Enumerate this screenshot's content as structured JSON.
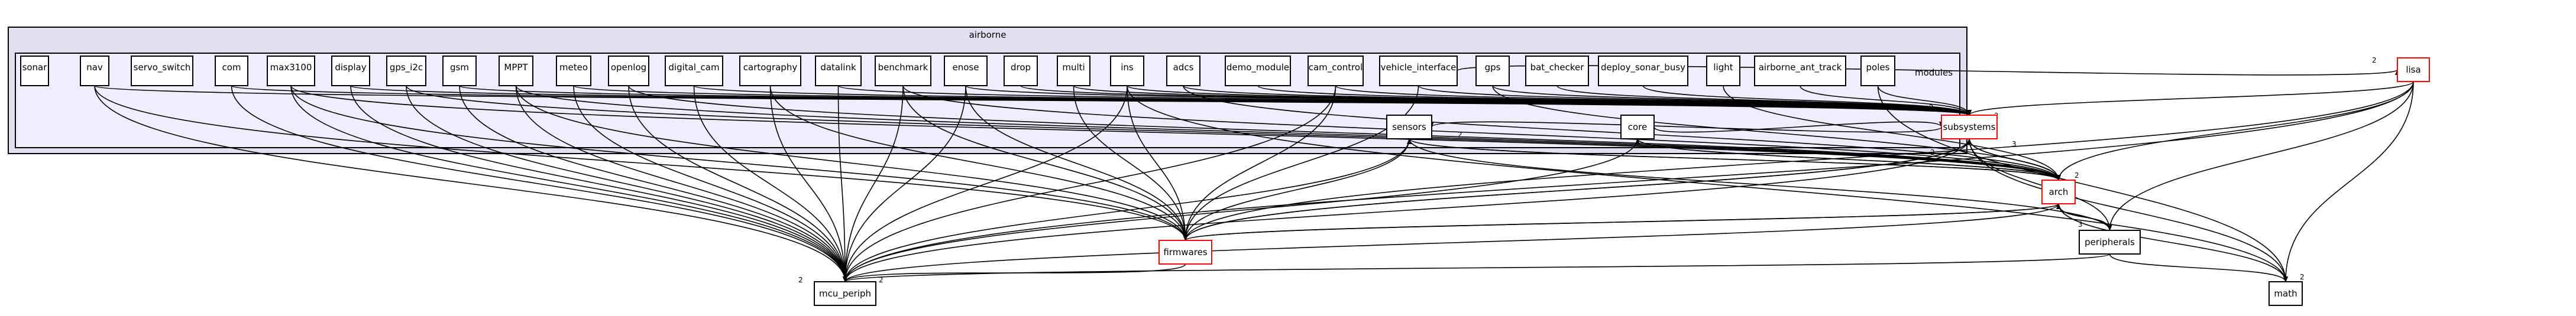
{
  "cluster": {
    "outer_label": "airborne",
    "inner_label": "modules"
  },
  "modules": [
    "sonar",
    "nav",
    "servo_switch",
    "com",
    "max3100",
    "display",
    "gps_i2c",
    "gsm",
    "MPPT",
    "meteo",
    "openlog",
    "digital_cam",
    "cartography",
    "datalink",
    "benchmark",
    "enose",
    "drop",
    "multi",
    "ins",
    "adcs",
    "demo_module",
    "cam_control",
    "vehicle_interface",
    "gps",
    "bat_checker",
    "deploy_sonar_busy",
    "light",
    "airborne_ant_track",
    "poles"
  ],
  "airborne_nodes": [
    "sensors",
    "core",
    "subsystems",
    "arch"
  ],
  "external_nodes": [
    "lisa",
    "firmwares",
    "peripherals",
    "mcu_periph",
    "math"
  ],
  "red_nodes": [
    "subsystems",
    "arch",
    "lisa",
    "firmwares"
  ],
  "edge_counts": [
    "2",
    "2",
    "3",
    "3",
    "2",
    "2",
    "2",
    "2",
    "2",
    "3",
    "2",
    "2"
  ],
  "edges": [
    [
      "nav",
      "mcu_periph"
    ],
    [
      "nav",
      "firmwares"
    ],
    [
      "nav",
      "subsystems"
    ],
    [
      "com",
      "mcu_periph"
    ],
    [
      "com",
      "subsystems"
    ],
    [
      "max3100",
      "mcu_periph"
    ],
    [
      "max3100",
      "firmwares"
    ],
    [
      "max3100",
      "arch"
    ],
    [
      "display",
      "mcu_periph"
    ],
    [
      "display",
      "subsystems"
    ],
    [
      "gps_i2c",
      "mcu_periph"
    ],
    [
      "gps_i2c",
      "arch"
    ],
    [
      "gsm",
      "mcu_periph"
    ],
    [
      "gsm",
      "subsystems"
    ],
    [
      "MPPT",
      "mcu_periph"
    ],
    [
      "MPPT",
      "firmwares"
    ],
    [
      "MPPT",
      "arch"
    ],
    [
      "meteo",
      "mcu_periph"
    ],
    [
      "meteo",
      "subsystems"
    ],
    [
      "openlog",
      "mcu_periph"
    ],
    [
      "openlog",
      "arch"
    ],
    [
      "digital_cam",
      "mcu_periph"
    ],
    [
      "digital_cam",
      "subsystems"
    ],
    [
      "cartography",
      "mcu_periph"
    ],
    [
      "cartography",
      "firmwares"
    ],
    [
      "datalink",
      "mcu_periph"
    ],
    [
      "datalink",
      "subsystems"
    ],
    [
      "benchmark",
      "mcu_periph"
    ],
    [
      "benchmark",
      "firmwares"
    ],
    [
      "benchmark",
      "arch"
    ],
    [
      "enose",
      "mcu_periph"
    ],
    [
      "enose",
      "firmwares"
    ],
    [
      "enose",
      "subsystems"
    ],
    [
      "drop",
      "subsystems"
    ],
    [
      "multi",
      "firmwares"
    ],
    [
      "multi",
      "subsystems"
    ],
    [
      "ins",
      "mcu_periph"
    ],
    [
      "ins",
      "firmwares"
    ],
    [
      "ins",
      "subsystems"
    ],
    [
      "ins",
      "math"
    ],
    [
      "adcs",
      "arch"
    ],
    [
      "adcs",
      "subsystems"
    ],
    [
      "demo_module",
      "subsystems"
    ],
    [
      "cam_control",
      "mcu_periph"
    ],
    [
      "cam_control",
      "firmwares"
    ],
    [
      "cam_control",
      "subsystems"
    ],
    [
      "vehicle_interface",
      "lisa"
    ],
    [
      "vehicle_interface",
      "firmwares"
    ],
    [
      "vehicle_interface",
      "subsystems"
    ],
    [
      "gps",
      "subsystems"
    ],
    [
      "gps",
      "arch"
    ],
    [
      "bat_checker",
      "subsystems"
    ],
    [
      "deploy_sonar_busy",
      "subsystems"
    ],
    [
      "light",
      "arch"
    ],
    [
      "airborne_ant_track",
      "subsystems"
    ],
    [
      "poles",
      "subsystems"
    ],
    [
      "poles",
      "math"
    ],
    [
      "sensors",
      "mcu_periph"
    ],
    [
      "sensors",
      "firmwares"
    ],
    [
      "sensors",
      "arch"
    ],
    [
      "sensors",
      "peripherals"
    ],
    [
      "core",
      "mcu_periph"
    ],
    [
      "core",
      "arch"
    ],
    [
      "core",
      "subsystems"
    ],
    [
      "subsystems",
      "arch"
    ],
    [
      "subsystems",
      "firmwares"
    ],
    [
      "subsystems",
      "mcu_periph"
    ],
    [
      "subsystems",
      "math"
    ],
    [
      "subsystems",
      "peripherals"
    ],
    [
      "subsystems",
      "sensors"
    ],
    [
      "arch",
      "subsystems"
    ],
    [
      "arch",
      "firmwares"
    ],
    [
      "arch",
      "mcu_periph"
    ],
    [
      "arch",
      "peripherals"
    ],
    [
      "arch",
      "math"
    ],
    [
      "arch",
      "core"
    ],
    [
      "arch",
      "sensors"
    ],
    [
      "lisa",
      "subsystems"
    ],
    [
      "lisa",
      "arch"
    ],
    [
      "lisa",
      "peripherals"
    ],
    [
      "lisa",
      "math"
    ],
    [
      "lisa",
      "mcu_periph"
    ],
    [
      "lisa",
      "firmwares"
    ],
    [
      "firmwares",
      "mcu_periph"
    ],
    [
      "firmwares",
      "arch"
    ],
    [
      "firmwares",
      "subsystems"
    ],
    [
      "peripherals",
      "arch"
    ],
    [
      "peripherals",
      "math"
    ],
    [
      "peripherals",
      "mcu_periph"
    ]
  ]
}
